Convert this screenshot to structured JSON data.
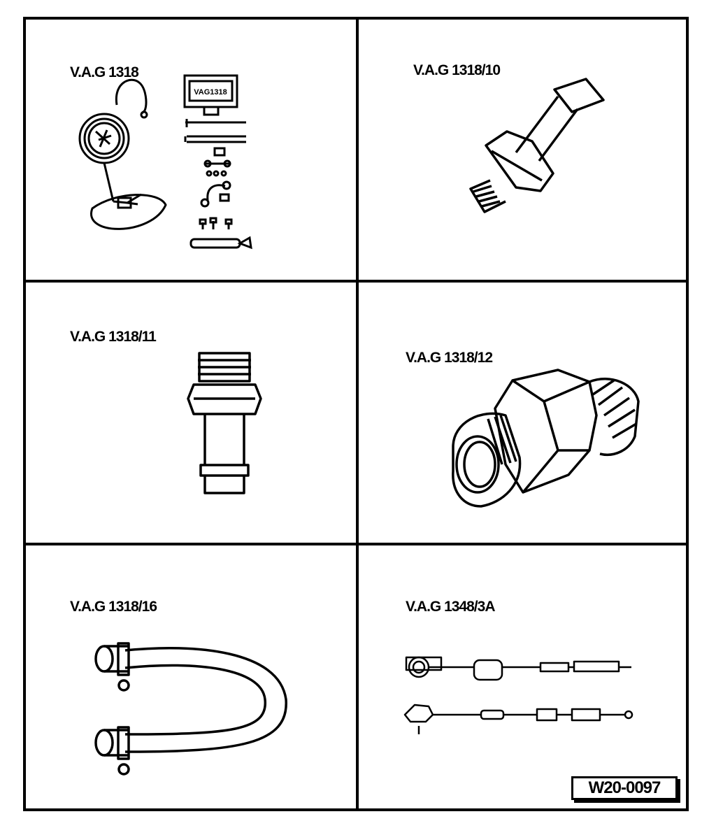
{
  "panels": [
    {
      "label": "V.A.G 1318",
      "icon": "pressure-gauge-kit-icon"
    },
    {
      "label": "V.A.G 1318/10",
      "icon": "threaded-hose-adapter-icon"
    },
    {
      "label": "V.A.G 1318/11",
      "icon": "hex-hose-nipple-icon"
    },
    {
      "label": "V.A.G 1318/12",
      "icon": "double-thread-union-icon"
    },
    {
      "label": "V.A.G 1318/16",
      "icon": "u-hose-icon"
    },
    {
      "label": "V.A.G 1348/3A",
      "icon": "cable-set-icon"
    }
  ],
  "kit_case_label": "VAG1318",
  "figure_code": "W20-0097"
}
